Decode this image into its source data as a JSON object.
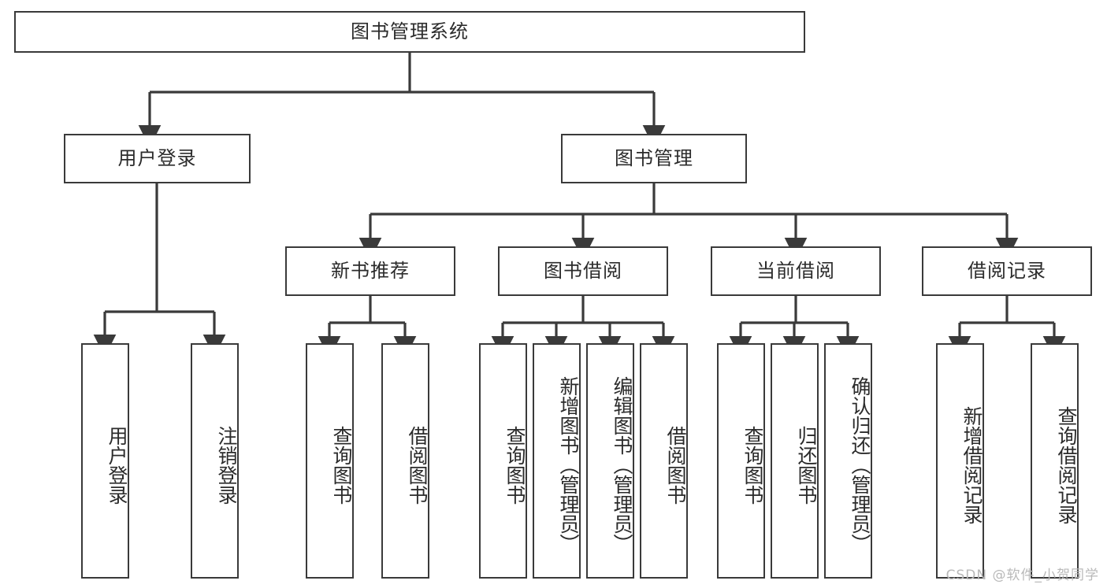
{
  "diagram": {
    "type": "tree-hierarchy-flowchart",
    "title": "图书管理系统",
    "watermark": "CSDN @软件_小贺同学",
    "colors": {
      "box_border": "#3a3a3a",
      "box_fill": "#ffffff",
      "text": "#2b2b2b",
      "connector": "#3a3a3a",
      "watermark": "#b9b9b9"
    },
    "levels": {
      "root": {
        "label": "图书管理系统"
      },
      "level2": [
        {
          "id": "user-login",
          "label": "用户登录"
        },
        {
          "id": "book-manage",
          "label": "图书管理"
        }
      ],
      "level3": [
        {
          "id": "new-book-recommend",
          "label": "新书推荐"
        },
        {
          "id": "book-borrow",
          "label": "图书借阅"
        },
        {
          "id": "current-borrow",
          "label": "当前借阅"
        },
        {
          "id": "borrow-record",
          "label": "借阅记录"
        }
      ],
      "leaves": [
        {
          "id": "leaf-user-login",
          "label": "用户登录",
          "parent": "user-login"
        },
        {
          "id": "leaf-logout-login",
          "label": "注销登录",
          "parent": "user-login"
        },
        {
          "id": "leaf-query-book-1",
          "label": "查询图书",
          "parent": "new-book-recommend"
        },
        {
          "id": "leaf-borrow-book-1",
          "label": "借阅图书",
          "parent": "new-book-recommend"
        },
        {
          "id": "leaf-query-book-2",
          "label": "查询图书",
          "parent": "book-borrow"
        },
        {
          "id": "leaf-add-book",
          "label": "新增图书（管理员）",
          "parent": "book-borrow"
        },
        {
          "id": "leaf-edit-book",
          "label": "编辑图书（管理员）",
          "parent": "book-borrow"
        },
        {
          "id": "leaf-borrow-book-2",
          "label": "借阅图书",
          "parent": "book-borrow"
        },
        {
          "id": "leaf-query-book-3",
          "label": "查询图书",
          "parent": "current-borrow"
        },
        {
          "id": "leaf-return-book",
          "label": "归还图书",
          "parent": "current-borrow"
        },
        {
          "id": "leaf-confirm-return",
          "label": "确认归还（管理员）",
          "parent": "current-borrow"
        },
        {
          "id": "leaf-add-record",
          "label": "新增借阅记录",
          "parent": "borrow-record"
        },
        {
          "id": "leaf-query-record",
          "label": "查询借阅记录",
          "parent": "borrow-record"
        }
      ]
    }
  }
}
